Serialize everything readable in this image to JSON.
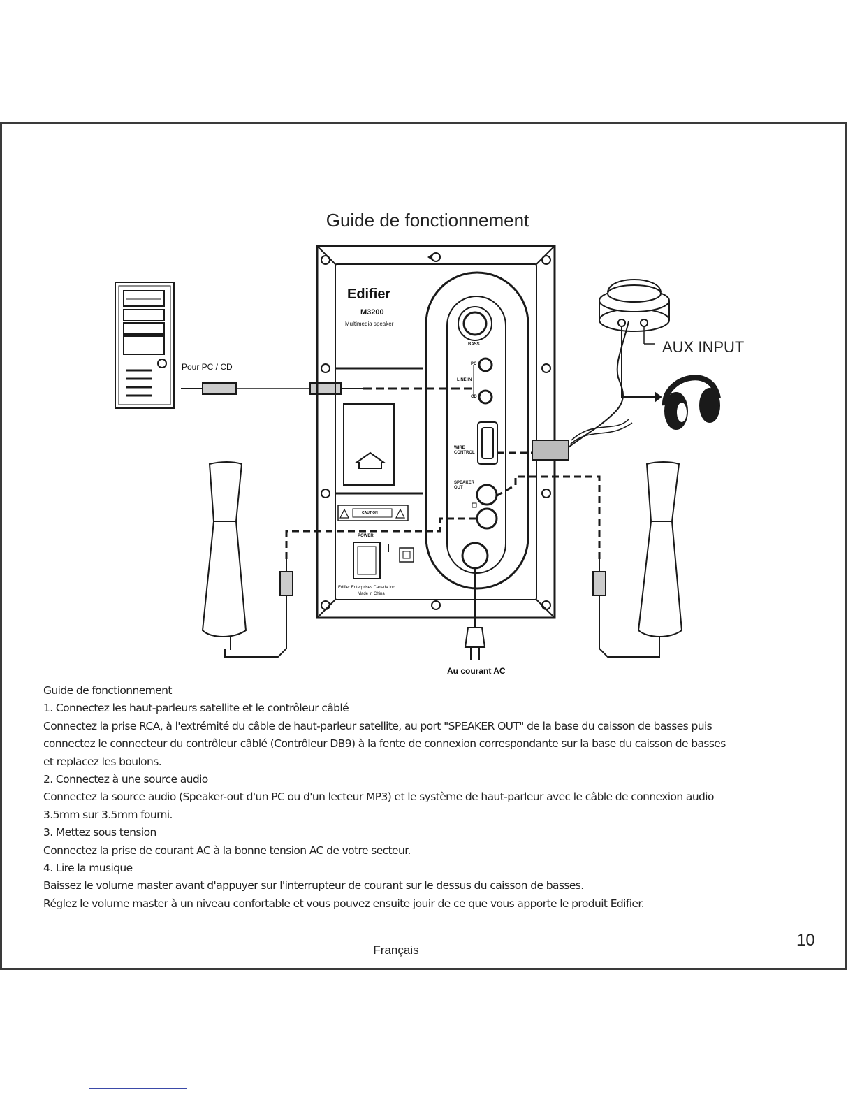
{
  "diagram": {
    "title": "Guide de fonctionnement",
    "labels": {
      "pc_cd": "Pour PC / CD",
      "aux_input": "AUX INPUT",
      "ac": "Au courant AC",
      "brand": "Edifier",
      "model": "M3200",
      "subtitle": "Multimedia speaker",
      "bass": "BASS",
      "line_in": "LINE IN",
      "pc": "PC",
      "cd": "CD",
      "wire_control": "WIRE CONTROL",
      "speaker_out": "SPEAKER OUT",
      "power": "POWER",
      "caution": "CAUTION",
      "maker": "Edifier Enterprises Canada Inc.",
      "made_in": "Made in China"
    }
  },
  "instructions": {
    "heading": "Guide de fonctionnement",
    "lines": [
      "1. Connectez les haut-parleurs satellite et le contrôleur câblé",
      "Connectez la prise RCA, à l'extrémité du câble de haut-parleur satellite, au port \"SPEAKER OUT\" de la base du caisson de basses puis",
      "connectez le connecteur du contrôleur câblé (Contrôleur DB9) à la fente de connexion correspondante sur la base du caisson de basses",
      "et replacez les boulons.",
      "2. Connectez à une source audio",
      "Connectez la source audio (Speaker-out d'un PC ou d'un lecteur MP3) et le système de haut-parleur avec le câble de connexion audio",
      "3.5mm sur 3.5mm fourni.",
      "3. Mettez sous tension",
      "Connectez la prise de courant AC à la bonne tension AC de votre secteur.",
      "4. Lire la musique",
      "Baissez le volume master avant d'appuyer sur l'interrupteur de courant sur le dessus du caisson de basses.",
      "Réglez le volume master à un niveau confortable et vous pouvez ensuite jouir de ce que vous apporte le produit Edifier."
    ]
  },
  "footer": {
    "language": "Français",
    "page_number": "10"
  }
}
